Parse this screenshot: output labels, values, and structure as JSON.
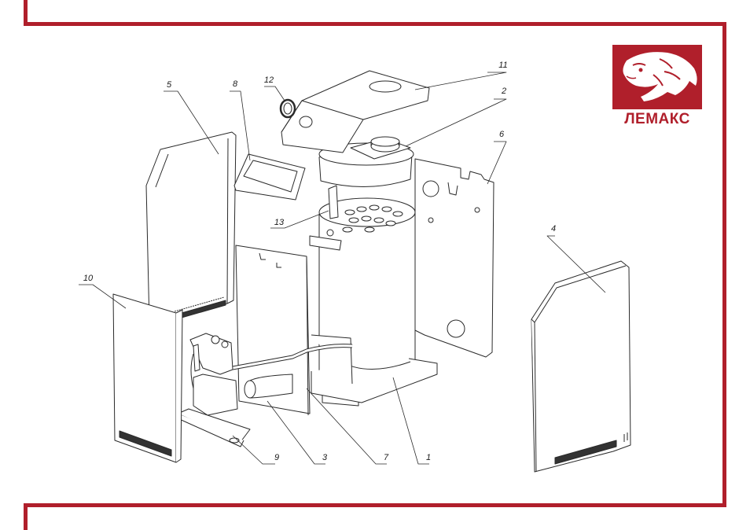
{
  "brand": {
    "name": "ЛЕМАКС",
    "logo_icon": "leopard-head-icon"
  },
  "colors": {
    "frame": "#b01f2b",
    "line": "#2a2a2a",
    "brand": "#b01f2b"
  },
  "callouts": {
    "n1": "1",
    "n2": "2",
    "n3": "3",
    "n4": "4",
    "n5": "5",
    "n6": "6",
    "n7": "7",
    "n8": "8",
    "n9": "9",
    "n10": "10",
    "n11": "11",
    "n12": "12",
    "n13": "13"
  }
}
